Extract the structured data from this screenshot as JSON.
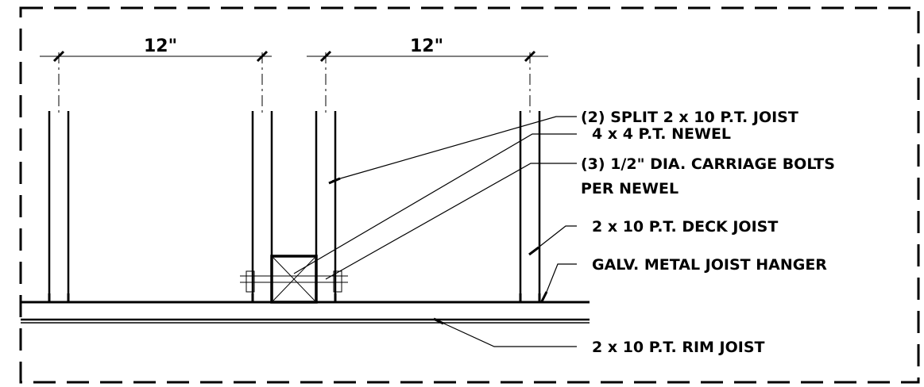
{
  "dimensions": [
    {
      "text": "12\""
    },
    {
      "text": "12\""
    }
  ],
  "callouts": {
    "split_joist": "(2) SPLIT 2 x 10 P.T. JOIST",
    "newel": "4 x 4 P.T. NEWEL",
    "bolts_line1": "(3) 1/2\" DIA. CARRIAGE BOLTS",
    "bolts_line2": "PER NEWEL",
    "deck_joist": "2 x 10 P.T. DECK JOIST",
    "hanger": "GALV. METAL JOIST HANGER",
    "rim_joist": "2 x 10 P.T. RIM JOIST"
  }
}
